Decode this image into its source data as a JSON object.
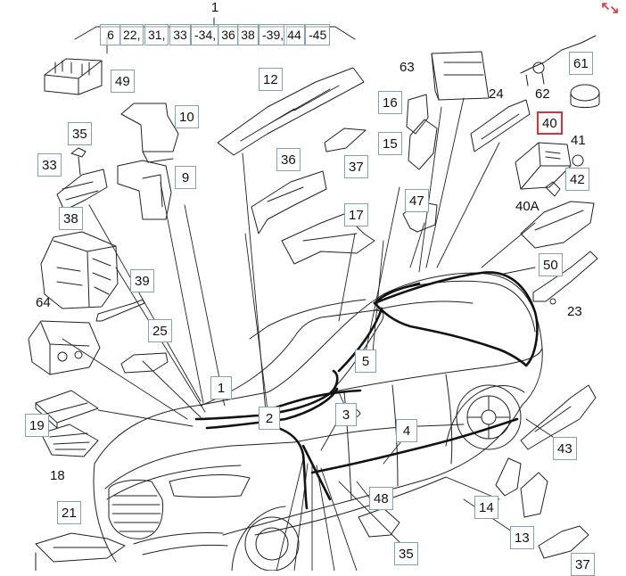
{
  "colors": {
    "box_border": "#7fa3b3",
    "highlight": "#d6343a",
    "line": "#111111",
    "expand_icon": "#d6343a"
  },
  "toolbar": {
    "expand_icon": "expand-arrows-icon"
  },
  "header_group": {
    "number": "1",
    "segments": [
      "6",
      "22,",
      "31,",
      "33",
      "-34,",
      "36",
      "38",
      "-39,",
      "44",
      "-45"
    ]
  },
  "callouts": {
    "c49": "49",
    "c10": "10",
    "c35a": "35",
    "c33": "33",
    "c9": "9",
    "c38": "38",
    "c39": "39",
    "c64": "64",
    "c25": "25",
    "c19": "19",
    "c18": "18",
    "c21": "21",
    "c12": "12",
    "c36": "36",
    "c37a": "37",
    "c17": "17",
    "c1": "1",
    "c2": "2",
    "c3": "3",
    "c4": "4",
    "c5": "5",
    "c63": "63",
    "c16": "16",
    "c15": "15",
    "c47": "47",
    "c24": "24",
    "c62": "62",
    "c61": "61",
    "c40": "40",
    "c41": "41",
    "c42": "42",
    "c40a": "40A",
    "c50": "50",
    "c23": "23",
    "c43": "43",
    "c14": "14",
    "c13": "13",
    "c48": "48",
    "c35b": "35",
    "c37b": "37"
  }
}
